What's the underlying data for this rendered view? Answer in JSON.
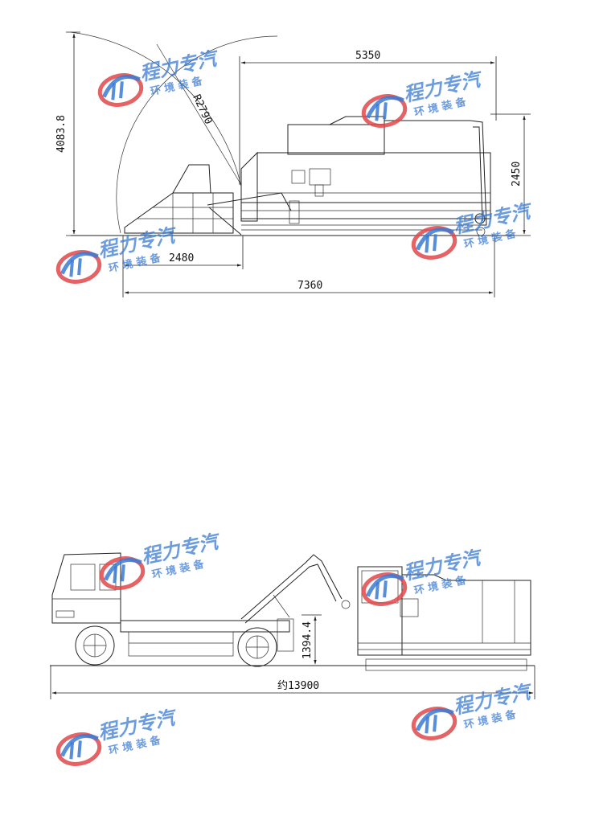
{
  "top_drawing": {
    "dim_height": "4083.8",
    "dim_radius": "R2790",
    "dim_top": "5350",
    "dim_side": "2450",
    "dim_front": "2480",
    "dim_total": "7360"
  },
  "bottom_drawing": {
    "dim_hook": "1394.4",
    "dim_total": "约13900"
  },
  "watermark": {
    "brand": "程力专汽",
    "subtitle": "环 境 装 备"
  },
  "colors": {
    "watermark_blue": "#3a7bd5",
    "watermark_red": "#e0464a"
  }
}
